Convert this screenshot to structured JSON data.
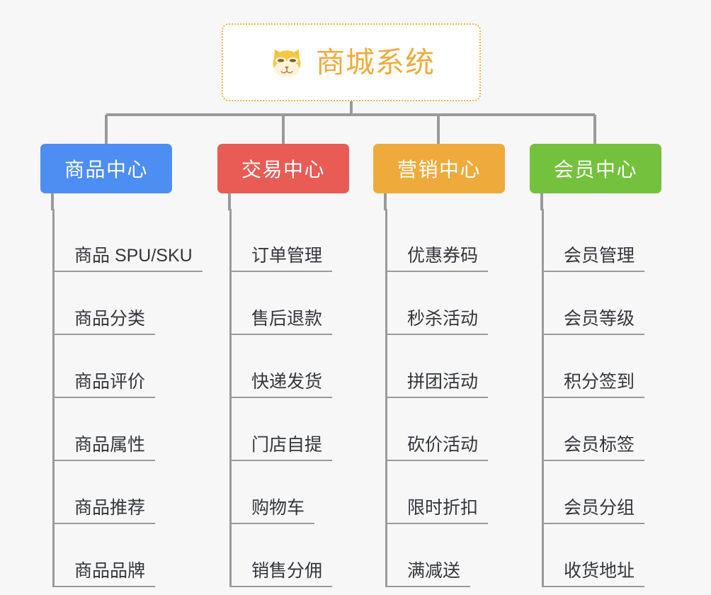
{
  "diagram": {
    "type": "org-tree",
    "background_color": "#f7f7f7",
    "connector_color": "#9a9a9a",
    "root": {
      "title": "商城系统",
      "icon": "shiba-dog-face-emoji",
      "text_color": "#eeab3c",
      "border_color": "#f0b44a",
      "background_color": "#ffffff"
    },
    "branches": [
      {
        "id": "product-center",
        "label": "商品中心",
        "color": "#4d8ef2",
        "items": [
          "商品 SPU/SKU",
          "商品分类",
          "商品评价",
          "商品属性",
          "商品推荐",
          "商品品牌"
        ]
      },
      {
        "id": "trade-center",
        "label": "交易中心",
        "color": "#e85c55",
        "items": [
          "订单管理",
          "售后退款",
          "快递发货",
          "门店自提",
          "购物车",
          "销售分佣"
        ]
      },
      {
        "id": "marketing-center",
        "label": "营销中心",
        "color": "#eeab3c",
        "items": [
          "优惠券码",
          "秒杀活动",
          "拼团活动",
          "砍价活动",
          "限时折扣",
          "满减送"
        ]
      },
      {
        "id": "member-center",
        "label": "会员中心",
        "color": "#74c13e",
        "items": [
          "会员管理",
          "会员等级",
          "积分签到",
          "会员标签",
          "会员分组",
          "收货地址"
        ]
      }
    ]
  }
}
